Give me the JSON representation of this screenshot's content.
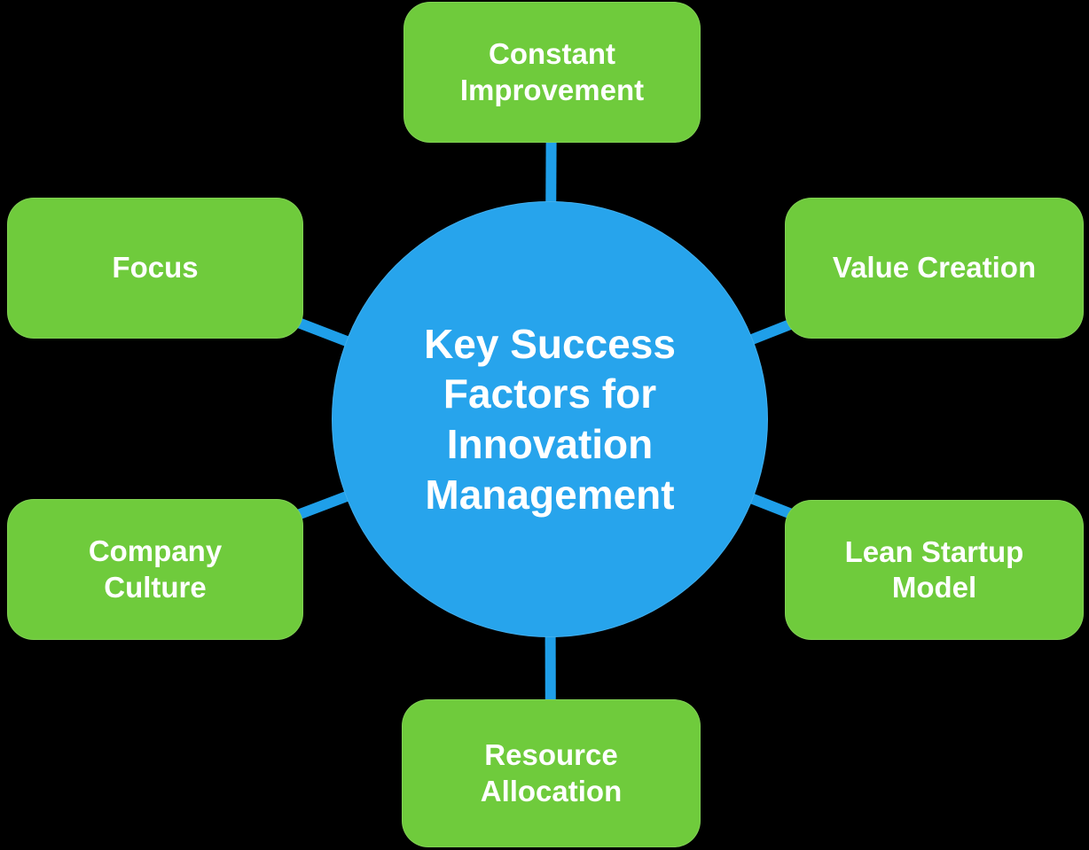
{
  "diagram": {
    "title": "Key Success Factors for Innovation Management",
    "hub": {
      "label": "Key Success\nFactors for\nInnovation\nManagement"
    },
    "nodes": [
      {
        "id": "constant-improvement",
        "label": "Constant\nImprovement",
        "position": "top"
      },
      {
        "id": "value-creation",
        "label": "Value Creation",
        "position": "top-right"
      },
      {
        "id": "lean-startup-model",
        "label": "Lean Startup\nModel",
        "position": "bottom-right"
      },
      {
        "id": "resource-allocation",
        "label": "Resource\nAllocation",
        "position": "bottom"
      },
      {
        "id": "company-culture",
        "label": "Company\nCulture",
        "position": "bottom-left"
      },
      {
        "id": "focus",
        "label": "Focus",
        "position": "top-left"
      }
    ],
    "colors": {
      "background": "#000000",
      "node_fill": "#6fcb3c",
      "hub_fill": "#27a4ec",
      "connector": "#1f9fe9",
      "text": "#ffffff"
    }
  }
}
